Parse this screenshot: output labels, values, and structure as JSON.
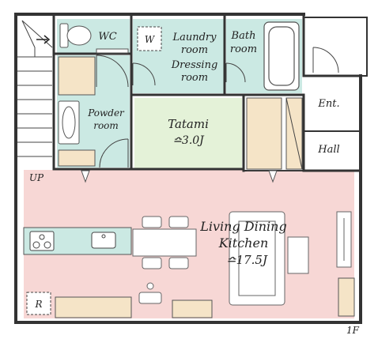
{
  "rooms": {
    "wc": "WC",
    "laundry": [
      "Laundry",
      "room",
      "Dressing",
      "room"
    ],
    "bath": [
      "Bath",
      "room"
    ],
    "powder": [
      "Powder",
      "room"
    ],
    "tatami": [
      "Tatami",
      "≏3.0J"
    ],
    "ent": "Ent.",
    "hall": "Hall",
    "ldk": [
      "Living Dining",
      "Kitchen",
      "≏17.5J"
    ]
  },
  "marks": {
    "washer": "W",
    "refrigerator": "R",
    "stairs_up": "UP",
    "floor": "1F"
  },
  "colors": {
    "wet_area": "#cbe9e3",
    "tatami": "#e4f2d8",
    "ldk": "#f7d7d5",
    "storage": "#f5e4c7",
    "wall": "#333333"
  }
}
